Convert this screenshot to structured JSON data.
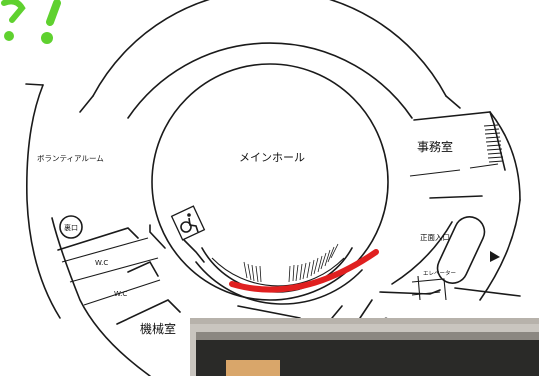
{
  "floor_map": {
    "rooms": {
      "main_hall": "メインホール",
      "office": "事務室",
      "volunteer_room": "ボランティアルーム",
      "back_entrance": "裏口",
      "wc_upper": "W.C",
      "wc_lower": "W.C",
      "machine_room": "機械室",
      "main_entrance": "正面入口",
      "elevator": "エレベーター"
    },
    "icons": {
      "wheelchair": "wheelchair-icon",
      "entrance_arrow": "arrow-right-icon"
    },
    "colors": {
      "accent_green": "#5fd12f",
      "highlight_red": "#e02020",
      "line": "#1a1a1a"
    }
  }
}
